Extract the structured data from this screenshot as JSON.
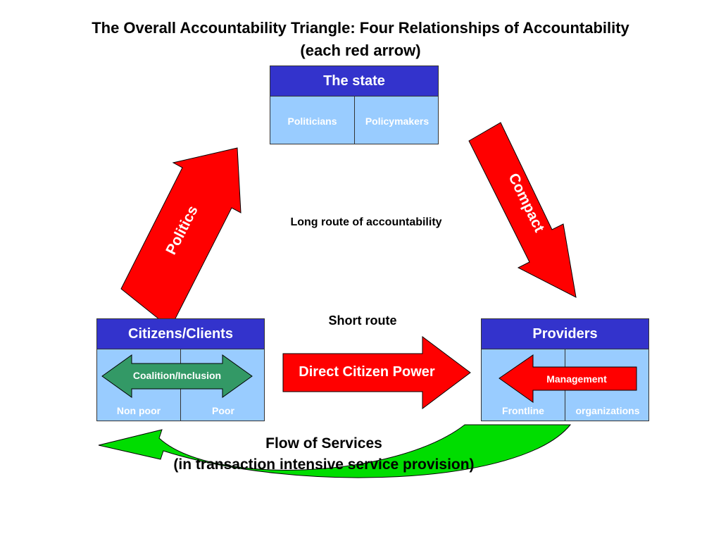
{
  "title": {
    "line1": "The Overall Accountability Triangle:  Four Relationships of Accountability",
    "line2": "(each red arrow)"
  },
  "state": {
    "header": "The state",
    "left": "Politicians",
    "right": "Policymakers"
  },
  "citizens": {
    "header": "Citizens/Clients",
    "left": "Non poor",
    "right": "Poor",
    "arrow_label": "Coalition/Inclusion"
  },
  "providers": {
    "header": "Providers",
    "left": "Frontline",
    "right": "organizations",
    "arrow_label": "Management"
  },
  "arrows": {
    "politics": "Politics",
    "compact": "Compact",
    "direct": "Direct Citizen Power"
  },
  "labels": {
    "long_route": "Long route of accountability",
    "short_route": "Short route",
    "flow_line1": "Flow of Services",
    "flow_line2": "(in transaction intensive service provision)"
  },
  "colors": {
    "red": "#ff0000",
    "green": "#00dd00",
    "teal": "#339966",
    "header_blue": "#3333cc",
    "cell_blue": "#99ccff"
  }
}
